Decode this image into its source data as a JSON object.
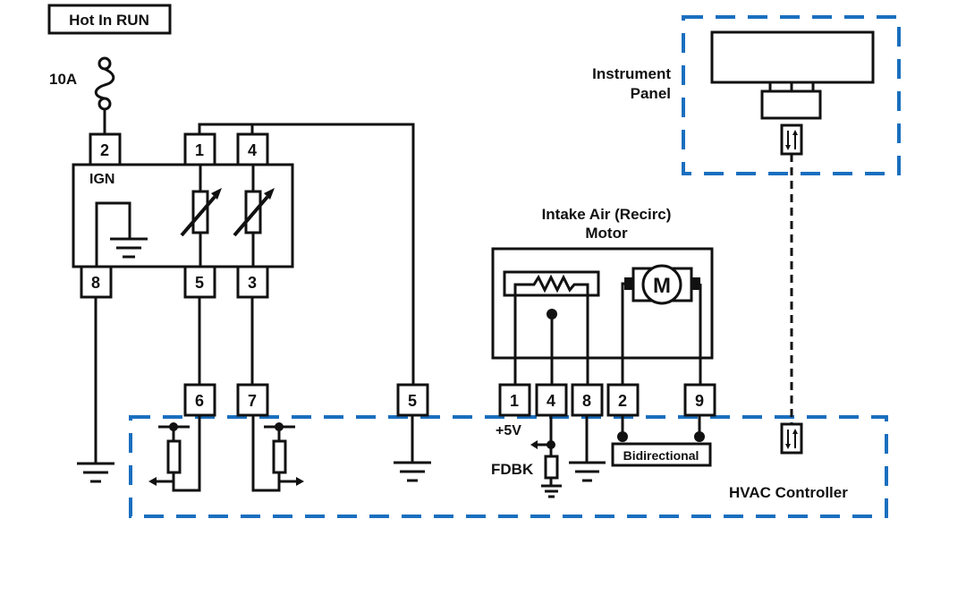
{
  "power": {
    "supply_label": "Hot In RUN",
    "fuse_rating": "10A"
  },
  "sensor_module": {
    "label": "IGN",
    "top_pins": [
      "2",
      "1",
      "4"
    ],
    "bottom_pins": [
      "8",
      "5",
      "3"
    ]
  },
  "motor": {
    "title_line1": "Intake Air (Recirc)",
    "title_line2": "Motor",
    "motor_symbol": "M"
  },
  "instrument_panel": {
    "label_line1": "Instrument",
    "label_line2": "Panel"
  },
  "hvac_controller": {
    "label": "HVAC Controller",
    "pins": [
      "6",
      "7",
      "5",
      "1",
      "4",
      "8",
      "2",
      "9"
    ],
    "plus5v_label": "+5V",
    "fdbk_label": "FDBK",
    "bidirectional_label": "Bidirectional"
  },
  "colors": {
    "wire": "#111111",
    "module_boundary": "#1a6fbf",
    "background": "#ffffff"
  }
}
